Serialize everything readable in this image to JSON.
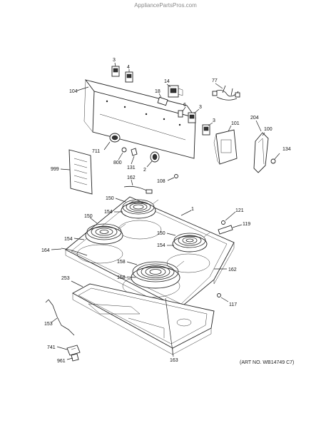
{
  "watermark": "AppliancePartsPros.com",
  "art_number": "(ART NO. WB14749 C7)",
  "labels": {
    "p3a": "3",
    "p4": "4",
    "p104": "104",
    "p14": "14",
    "p18": "18",
    "p6": "6",
    "p3b": "3",
    "p3c": "3",
    "p77": "77",
    "p204": "204",
    "p101": "101",
    "p100": "100",
    "p134": "134",
    "p711": "711",
    "p800": "800",
    "p999": "999",
    "p131": "131",
    "p2": "2",
    "p108": "108",
    "p162a": "162",
    "p150a": "150",
    "p154a": "154",
    "p1": "1",
    "p150b": "150",
    "p154b": "154",
    "p121": "121",
    "p119": "119",
    "p164": "164",
    "p150c": "150",
    "p154c": "154",
    "p158a": "158",
    "p158b": "158",
    "p162b": "162",
    "p253": "253",
    "p117": "117",
    "p153": "153",
    "p741": "741",
    "p961": "961",
    "p163": "163"
  }
}
